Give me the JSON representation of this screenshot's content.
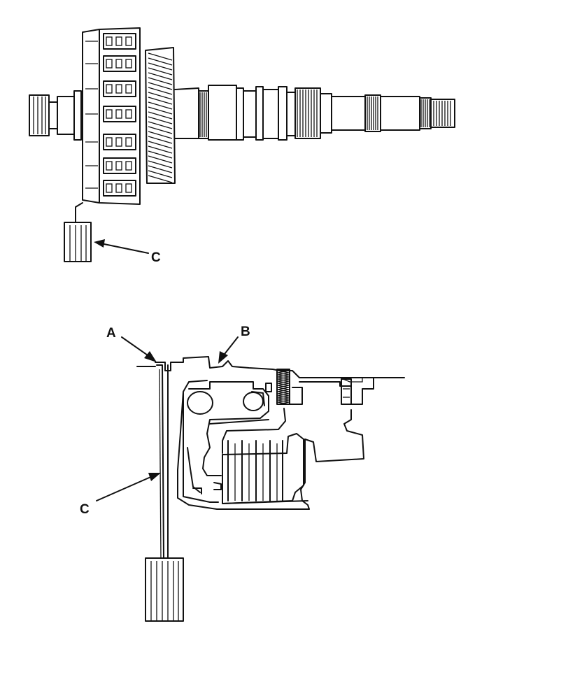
{
  "callouts": {
    "top_c": "C",
    "a": "A",
    "b": "B",
    "bottom_c": "C"
  },
  "colors": {
    "ink": "#111111",
    "paper": "#ffffff"
  }
}
